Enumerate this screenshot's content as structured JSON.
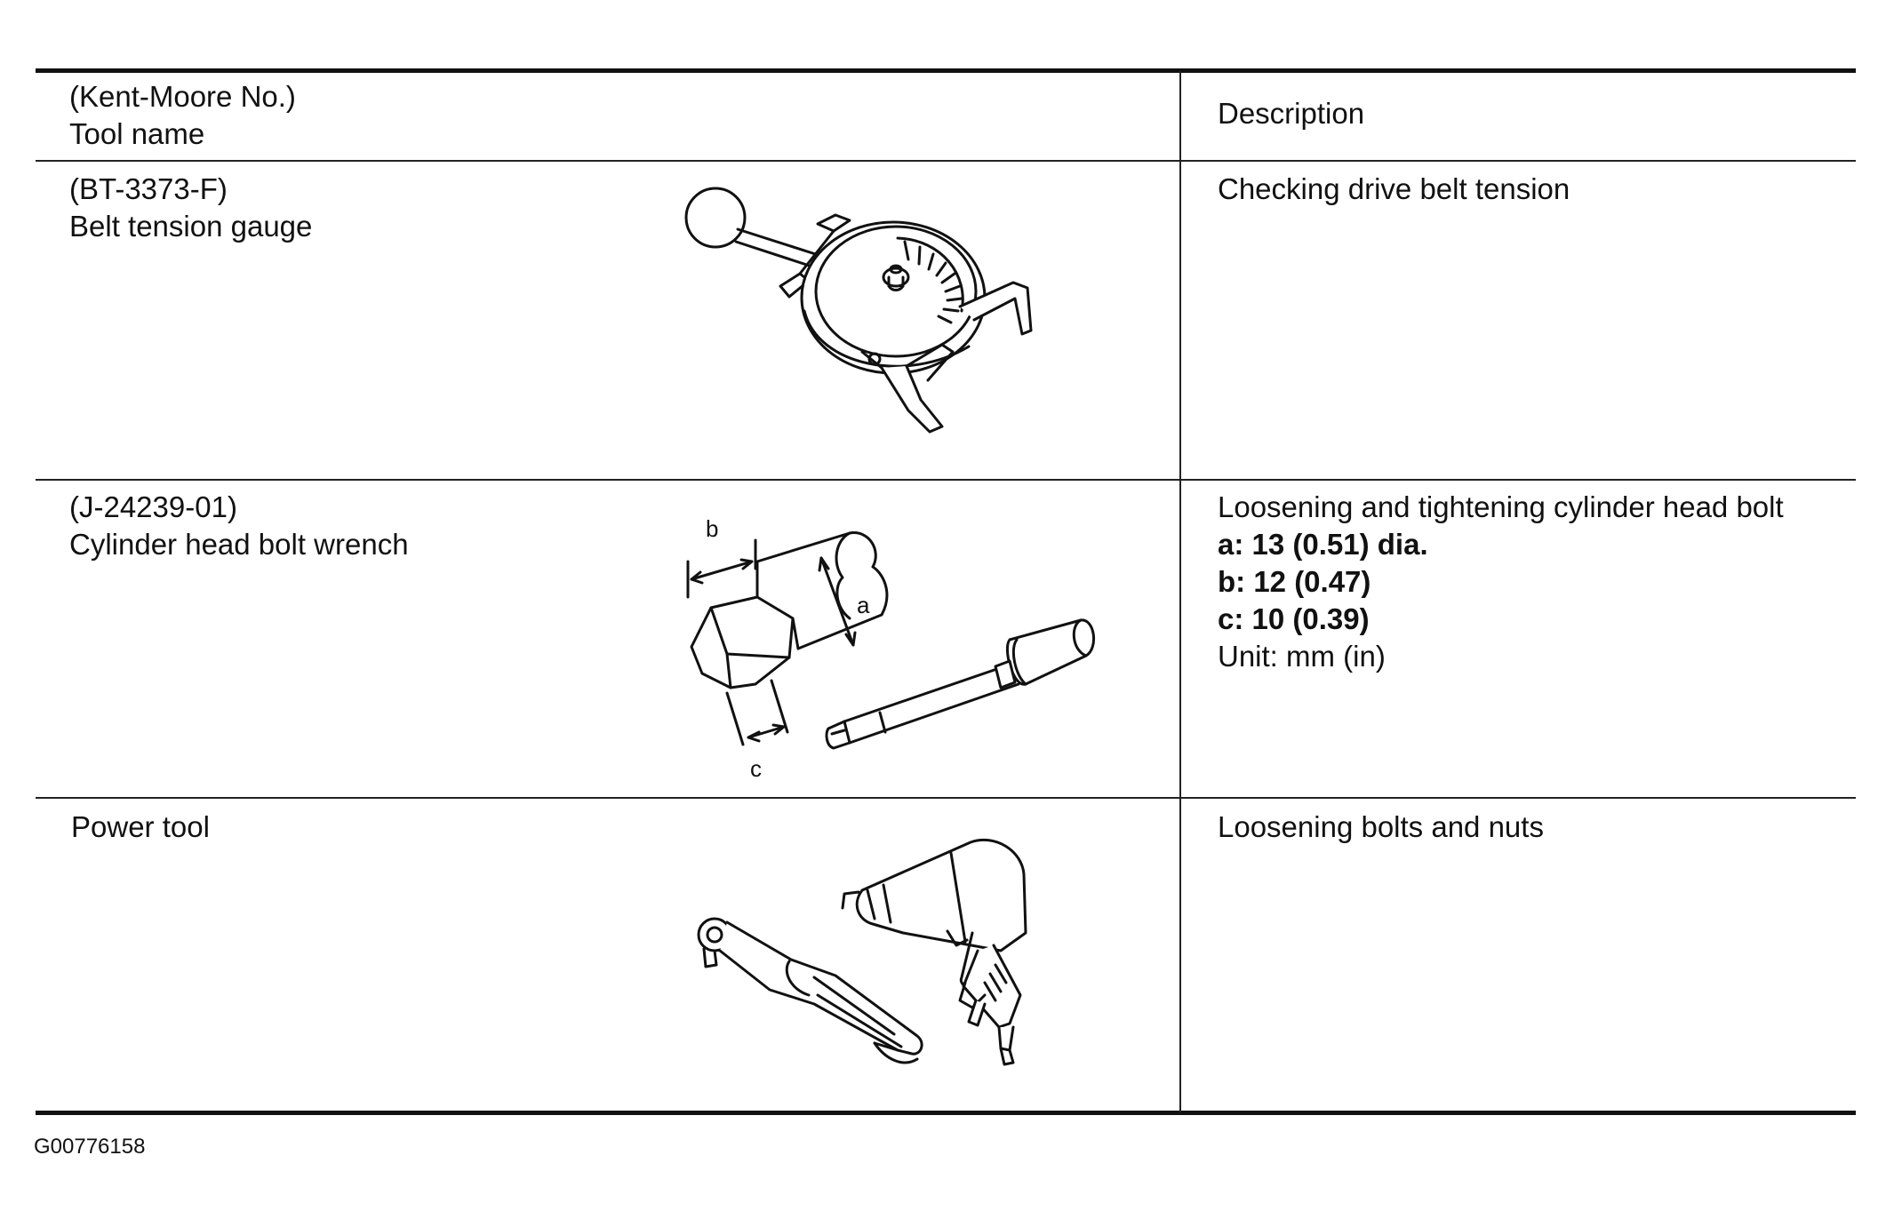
{
  "header": {
    "kent_moore_label": "(Kent-Moore No.)",
    "tool_name_label": "Tool name",
    "description_label": "Description"
  },
  "tools": [
    {
      "number": "(BT-3373-F)",
      "name": "Belt tension gauge",
      "description": "Checking drive belt tension",
      "figure_icon": "belt-tension-gauge-icon"
    },
    {
      "number": "(J-24239-01)",
      "name": "Cylinder head bolt wrench",
      "description": "Loosening and tightening cylinder head bolt",
      "specs": [
        "a: 13 (0.51) dia.",
        "b: 12 (0.47)",
        "c: 10 (0.39)"
      ],
      "unit": "Unit: mm (in)",
      "figure_icon": "cylinder-head-bolt-wrench-icon",
      "dimension_labels": {
        "a": "a",
        "b": "b",
        "c": "c"
      }
    },
    {
      "name": "Power tool",
      "description": "Loosening bolts and nuts",
      "figure_icon": "power-tool-icon"
    }
  ],
  "footer": {
    "figure_id": "G00776158"
  }
}
